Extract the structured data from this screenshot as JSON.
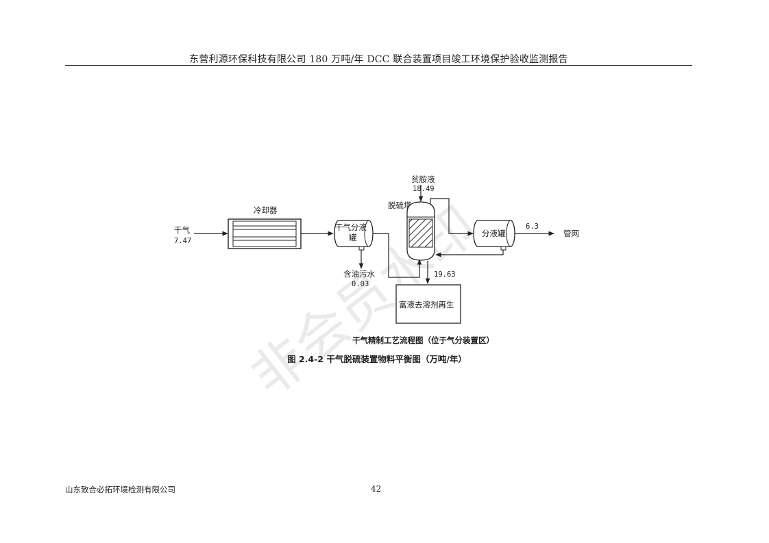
{
  "header": {
    "title": "东营利源环保科技有限公司 180 万吨/年 DCC 联合装置项目竣工环境保护验收监测报告"
  },
  "watermark": {
    "text": "非会员水印"
  },
  "diagram": {
    "cooler": "冷却器",
    "feed": {
      "label": "干气",
      "value": "7.47"
    },
    "separator1": {
      "line1": "干气分液",
      "line2": "罐"
    },
    "wastewater": {
      "label": "含油污水",
      "value": "0.03"
    },
    "amine": {
      "label": "贫胺液",
      "value": "18.49"
    },
    "tower": "脱硫塔",
    "separator2": "分液罐",
    "product": {
      "value": "6.3",
      "label": "管网"
    },
    "rich_amine_flow": "19.63",
    "regen": "富液去溶剂再生",
    "subtitle": "干气精制工艺流程图（位于气分装置区）"
  },
  "caption": "图 2.4-2  干气脱硫装置物料平衡图（万吨/年）",
  "footer": {
    "company": "山东致合必拓环境检测有限公司",
    "page": "42"
  }
}
